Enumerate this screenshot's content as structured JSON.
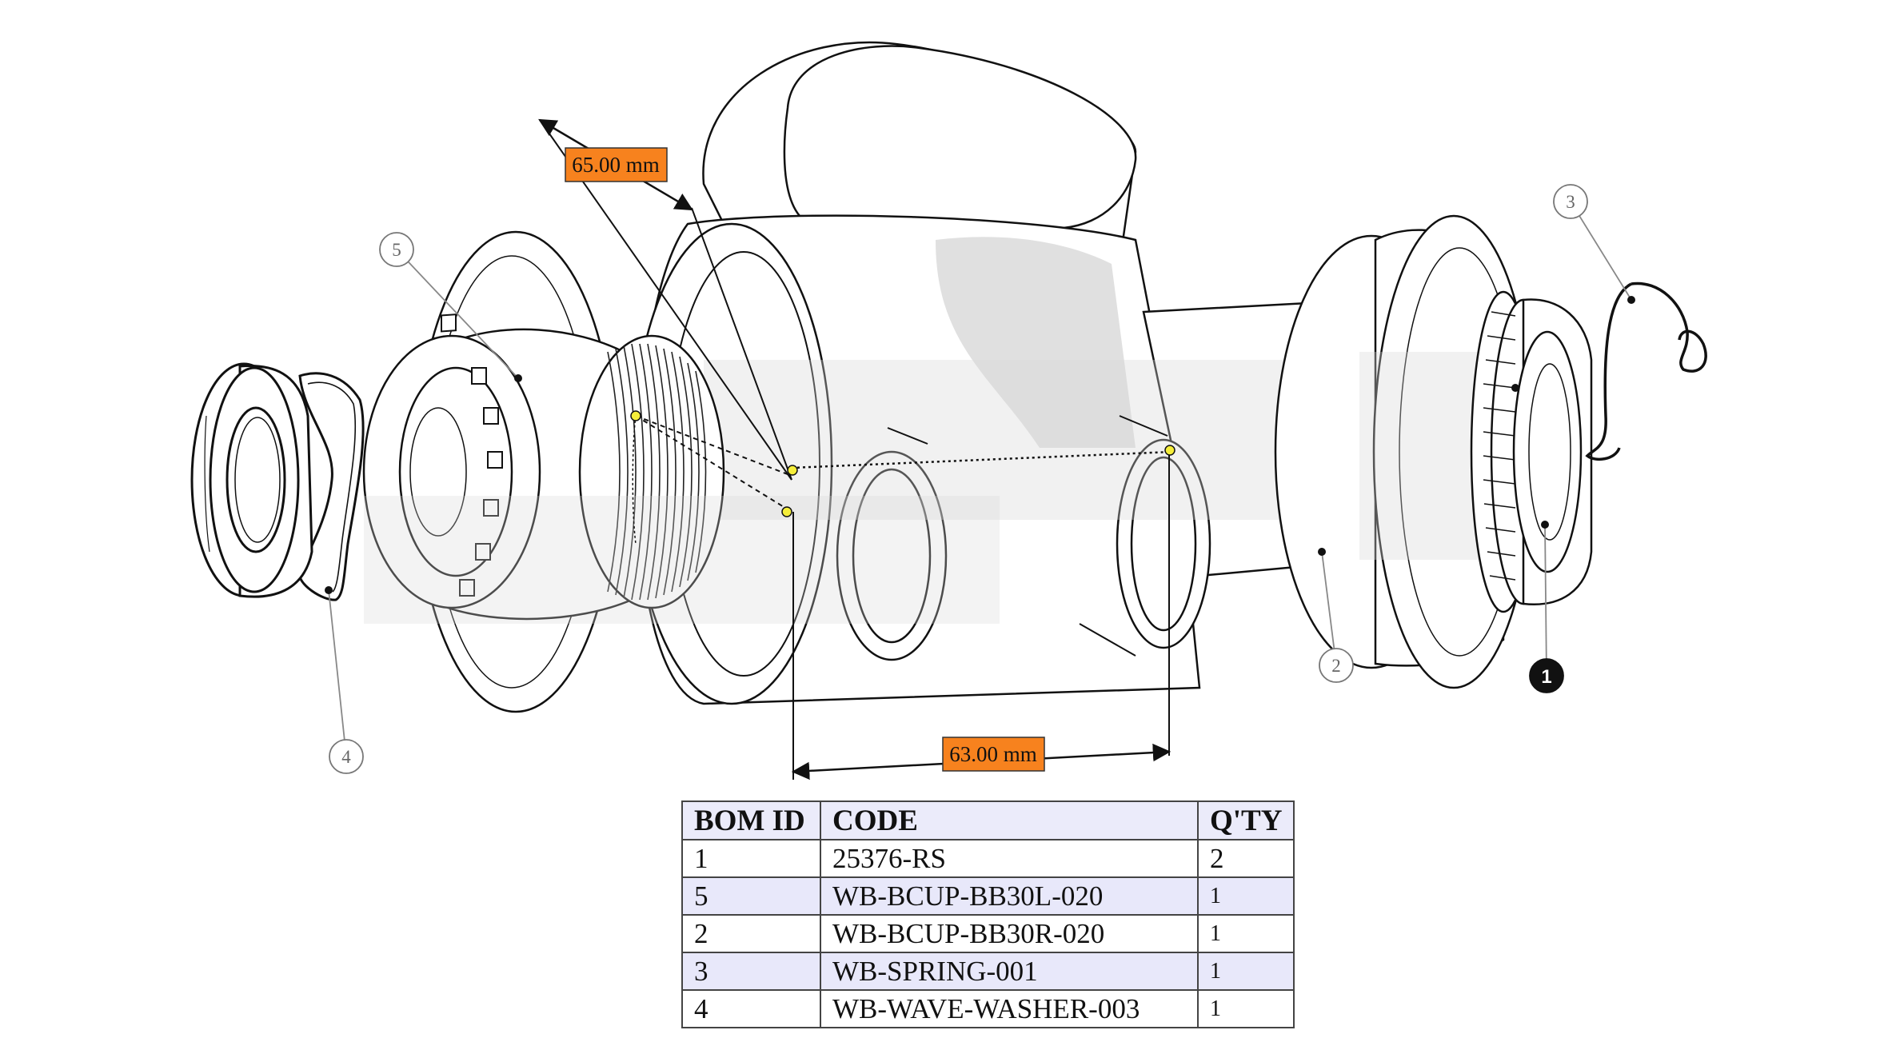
{
  "dimensions": [
    {
      "id": "dim-top",
      "label": "65.00 mm"
    },
    {
      "id": "dim-bottom",
      "label": "63.00 mm"
    }
  ],
  "callouts": [
    {
      "id": "1",
      "style": "filled"
    },
    {
      "id": "2",
      "style": "outline"
    },
    {
      "id": "3",
      "style": "outline"
    },
    {
      "id": "4",
      "style": "outline"
    },
    {
      "id": "5",
      "style": "outline"
    }
  ],
  "bom": {
    "headers": [
      "BOM ID",
      "CODE",
      "Q'TY"
    ],
    "rows": [
      {
        "id": "1",
        "code": "25376-RS",
        "qty": "2"
      },
      {
        "id": "5",
        "code": "WB-BCUP-BB30L-020",
        "qty": "1"
      },
      {
        "id": "2",
        "code": "WB-BCUP-BB30R-020",
        "qty": "1"
      },
      {
        "id": "3",
        "code": "WB-SPRING-001",
        "qty": "1"
      },
      {
        "id": "4",
        "code": "WB-WAVE-WASHER-003",
        "qty": "1"
      }
    ]
  },
  "colors": {
    "dimension_fill": "#f7821e",
    "table_header_bg": "#ebebfa",
    "table_alt_row_bg": "#e8e8fa",
    "measure_point": "#f5ee3a",
    "shadow_gray": "#d8d8d8"
  }
}
